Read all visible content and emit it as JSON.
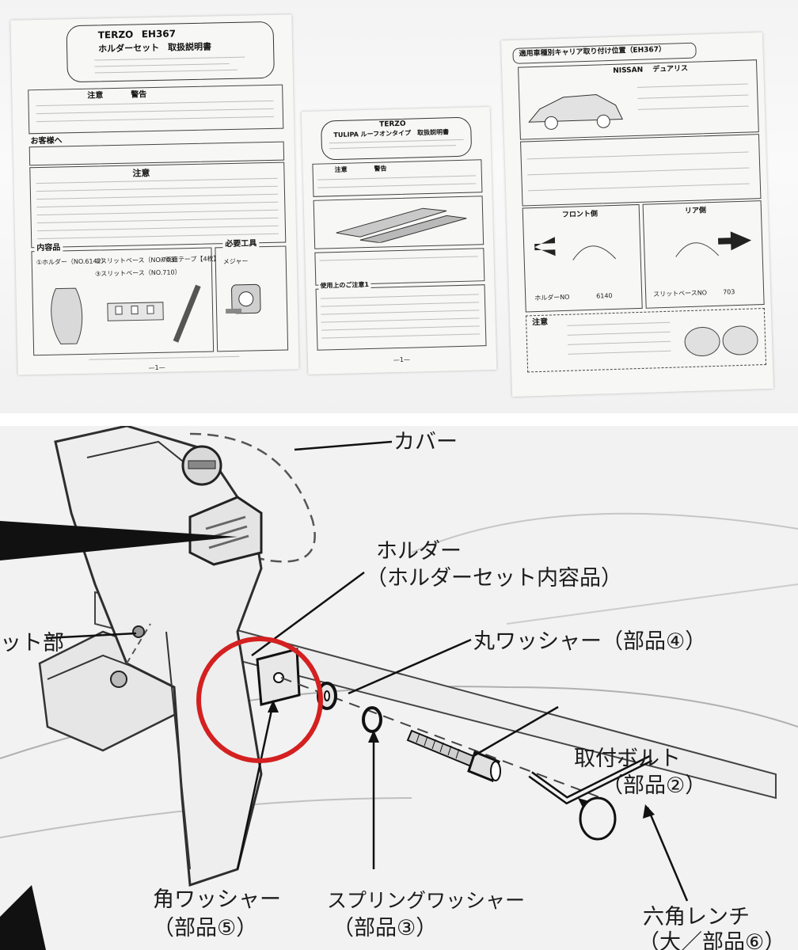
{
  "top_photo": {
    "left_manual": {
      "brand": "TERZO",
      "model": "EH367",
      "title": "ホルダーセット　取扱説明書",
      "caution_head": "注意",
      "warning_head": "警告",
      "customer_head": "お客様へ",
      "contents_head": "内容品",
      "tools_head": "必要工具",
      "tool_item": "メジャー",
      "item1": "①ホルダー（NO.6142）",
      "item2": "②スリットベース（NO.703）",
      "item3": "③スリットベース（NO.710）",
      "item4": "④両面テープ【4枚】",
      "page_no": "—1—"
    },
    "center_manual": {
      "brand": "TERZO",
      "title": "TULIPA ルーフオンタイプ　取扱説明書",
      "caution_head": "注意",
      "warning_head": "警告",
      "usage_head": "使用上のご注意1",
      "page_no": "—1—"
    },
    "right_manual": {
      "title": "適用車種別キャリア取り付け位置（EH367）",
      "make": "NISSAN",
      "model": "デュアリス",
      "front_label": "フロント側",
      "rear_label": "リア側",
      "holder_no_label": "ホルダーNO",
      "holder_no": "6140",
      "slit_no_label": "スリットベースNO",
      "slit_no": "703",
      "caution_head": "注意"
    }
  },
  "diagram": {
    "labels": {
      "cover": "カバー",
      "holder": "ホルダー",
      "holder_sub": "（ホルダーセット内容品）",
      "slit_part": "ット部",
      "round_washer": "丸ワッシャー（部品④）",
      "mount_bolt": "取付ボルト",
      "mount_bolt_part": "（部品②）",
      "square_washer": "角ワッシャー",
      "square_washer_part": "（部品⑤）",
      "spring_washer": "スプリングワッシャー",
      "spring_washer_part": "（部品③）",
      "hex_wrench": "六角レンチ",
      "hex_wrench_part": "（大／部品⑥）"
    },
    "highlight_color": "#d42020"
  }
}
